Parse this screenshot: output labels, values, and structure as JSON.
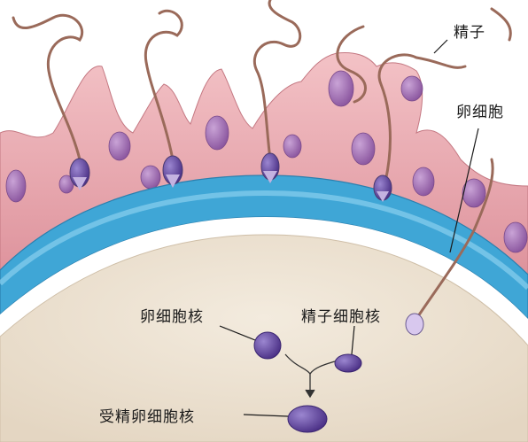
{
  "labels": {
    "sperm": "精子",
    "egg_cell": "卵细胞",
    "egg_nucleus": "卵细胞核",
    "sperm_nucleus": "精子细胞核",
    "fertilized_nucleus": "受精卵细胞核"
  },
  "colors": {
    "follicle_cells": "#e9a0a8",
    "cell_nucleus": "#9a63a8",
    "zona_pellucida": "#3fa6d6",
    "cytoplasm": "#ede2d2",
    "sperm_tail": "#9a6a5a",
    "nucleus_dark": "#5b3e98"
  }
}
